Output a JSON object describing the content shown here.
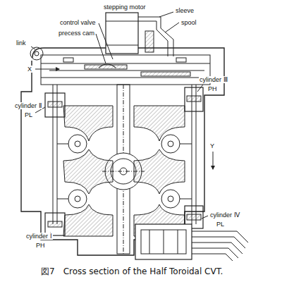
{
  "diagram": {
    "caption": "図7　Cross section of the Half Toroidal CVT.",
    "labels": [
      "stepping motor",
      "sleeve",
      "control valve",
      "spool",
      "precess cam",
      "link",
      "X",
      "cylinder Ⅲ",
      "PH",
      "cylinder Ⅱ",
      "PL",
      "Y",
      "cylinder Ⅳ",
      "PL",
      "cylinder Ⅰ",
      "PH"
    ]
  }
}
